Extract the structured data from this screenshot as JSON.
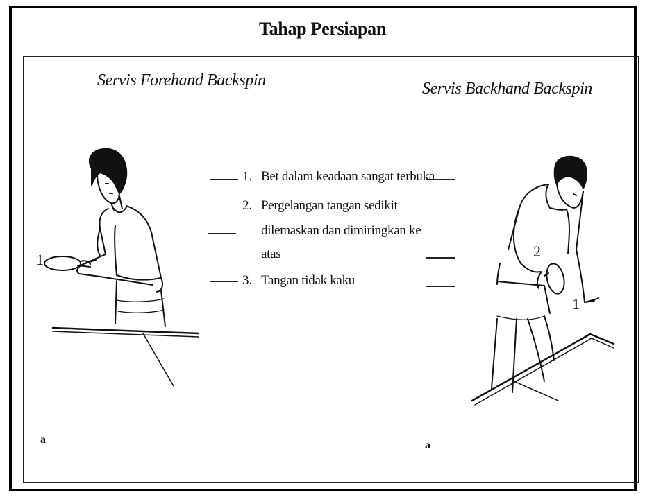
{
  "title": "Tahap Persiapan",
  "left_panel": {
    "subtitle": "Servis Forehand Backspin",
    "marker": "1",
    "corner_label": "a"
  },
  "right_panel": {
    "subtitle": "Servis Backhand Backspin",
    "marker_2": "2",
    "marker_1": "1",
    "corner_label": "a"
  },
  "steps": [
    {
      "number": "1.",
      "lines": [
        "Bet dalam keadaan sangat terbuka"
      ]
    },
    {
      "number": "2.",
      "lines": [
        "Pergelangan tangan sedikit",
        "dilemaskan dan dimiringkan ke",
        "atas"
      ]
    },
    {
      "number": "3.",
      "lines": [
        "Tangan tidak kaku"
      ]
    }
  ]
}
